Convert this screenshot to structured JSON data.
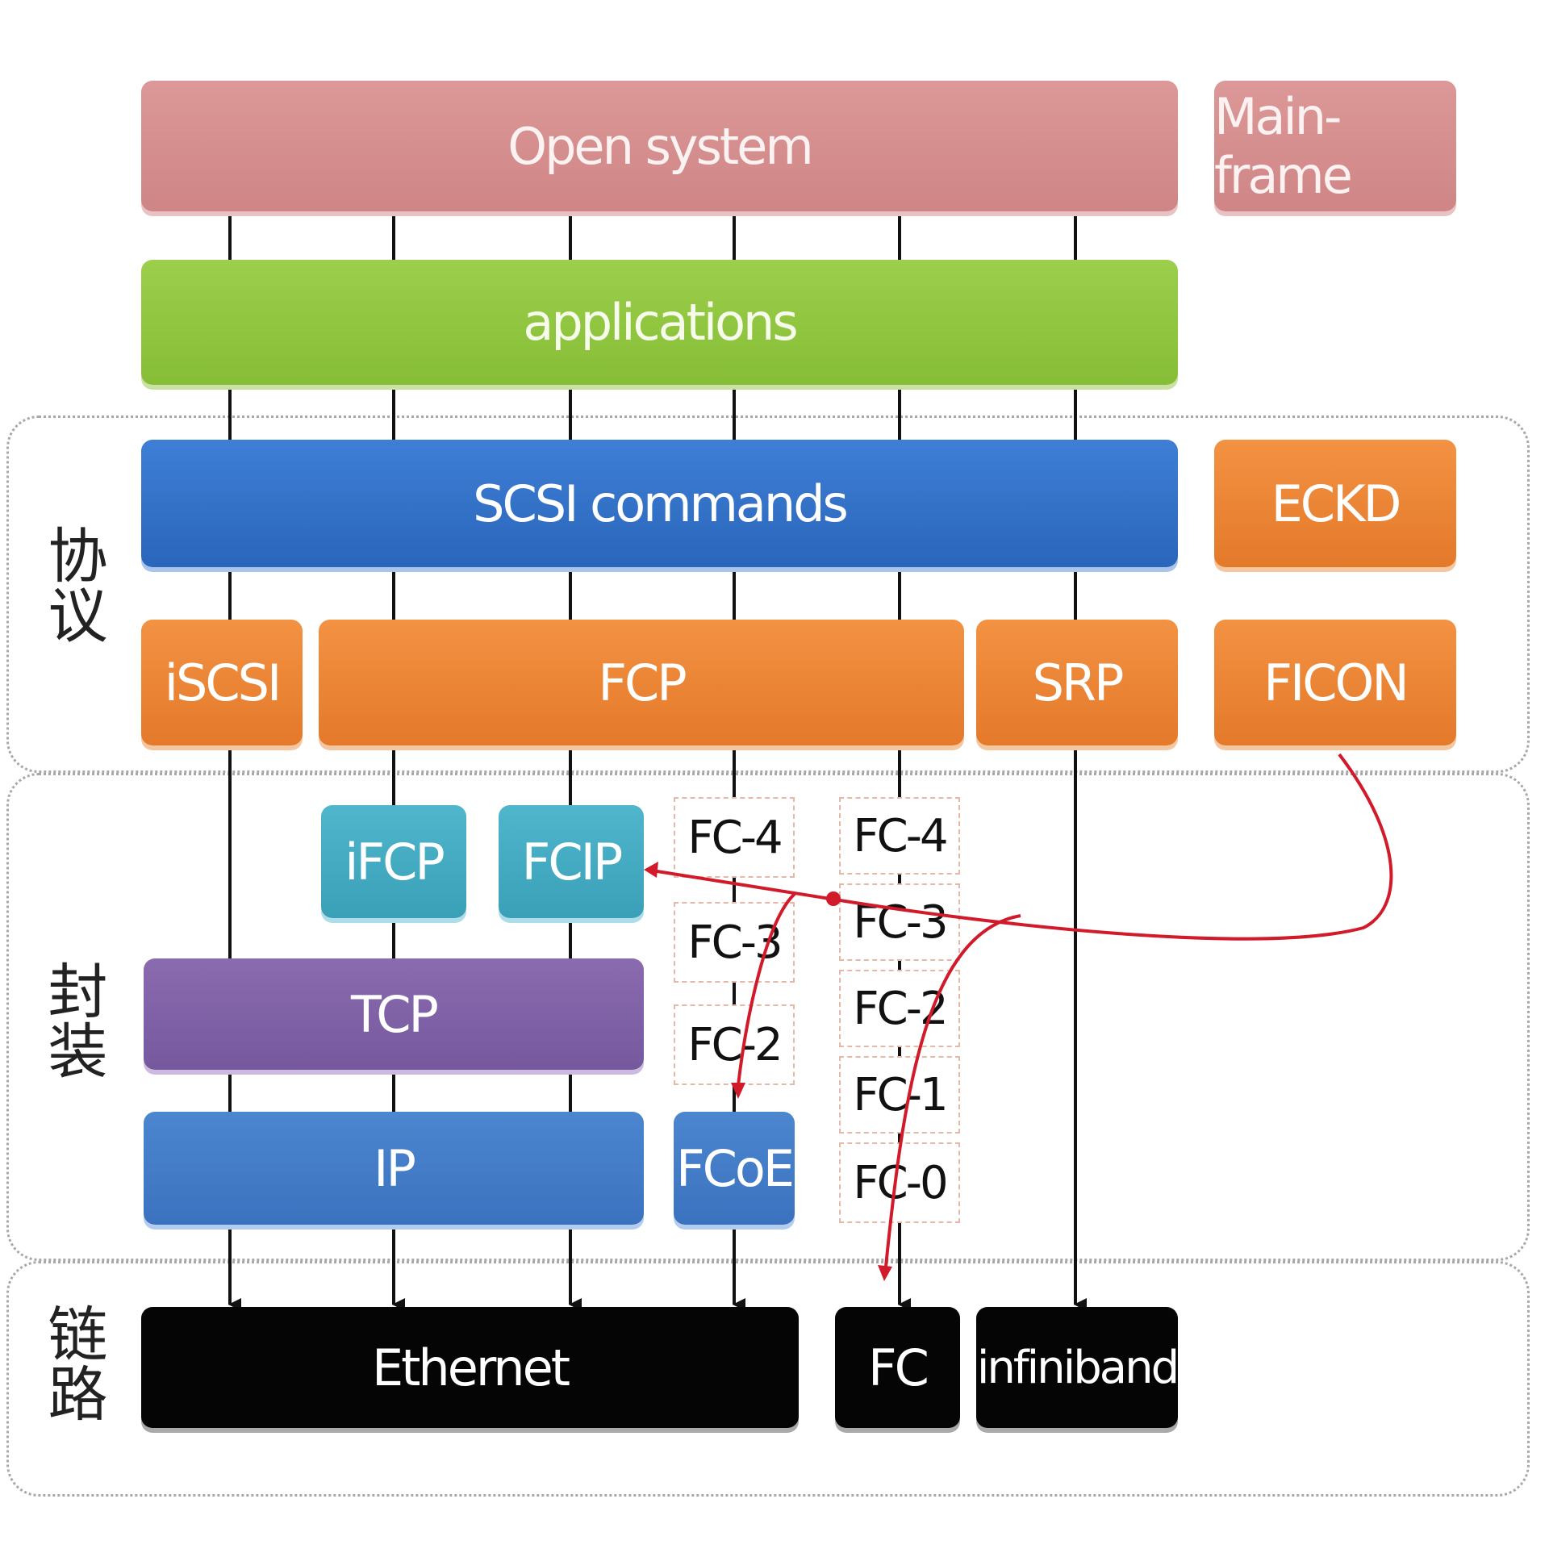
{
  "layers": {
    "protocol": "协议",
    "encapsulation": "封装",
    "link": "链路"
  },
  "top": {
    "open_system": "Open system",
    "main_frame": "Main-frame",
    "applications": "applications"
  },
  "protocol": {
    "scsi_commands": "SCSI commands",
    "eckd": "ECKD",
    "iscsi": "iSCSI",
    "fcp": "FCP",
    "srp": "SRP",
    "ficon": "FICON"
  },
  "encapsulation": {
    "ifcp": "iFCP",
    "fcip": "FCIP",
    "tcp": "TCP",
    "ip": "IP",
    "fcoe": "FCoE",
    "fcoe_stack": [
      "FC-4",
      "FC-3",
      "FC-2"
    ],
    "fc_stack": [
      "FC-4",
      "FC-3",
      "FC-2",
      "FC-1",
      "FC-0"
    ]
  },
  "link": {
    "ethernet": "Ethernet",
    "fc": "FC",
    "infiniband": "infiniband"
  },
  "colors": {
    "open_system": "#d98f8f",
    "applications": "#92c741",
    "scsi": "#3474c9",
    "protocol_orange": "#ec8537",
    "teal": "#45abc2",
    "tcp": "#805fa6",
    "ip": "#4279c7",
    "link": "#050505",
    "red_path": "#d11a2a"
  }
}
